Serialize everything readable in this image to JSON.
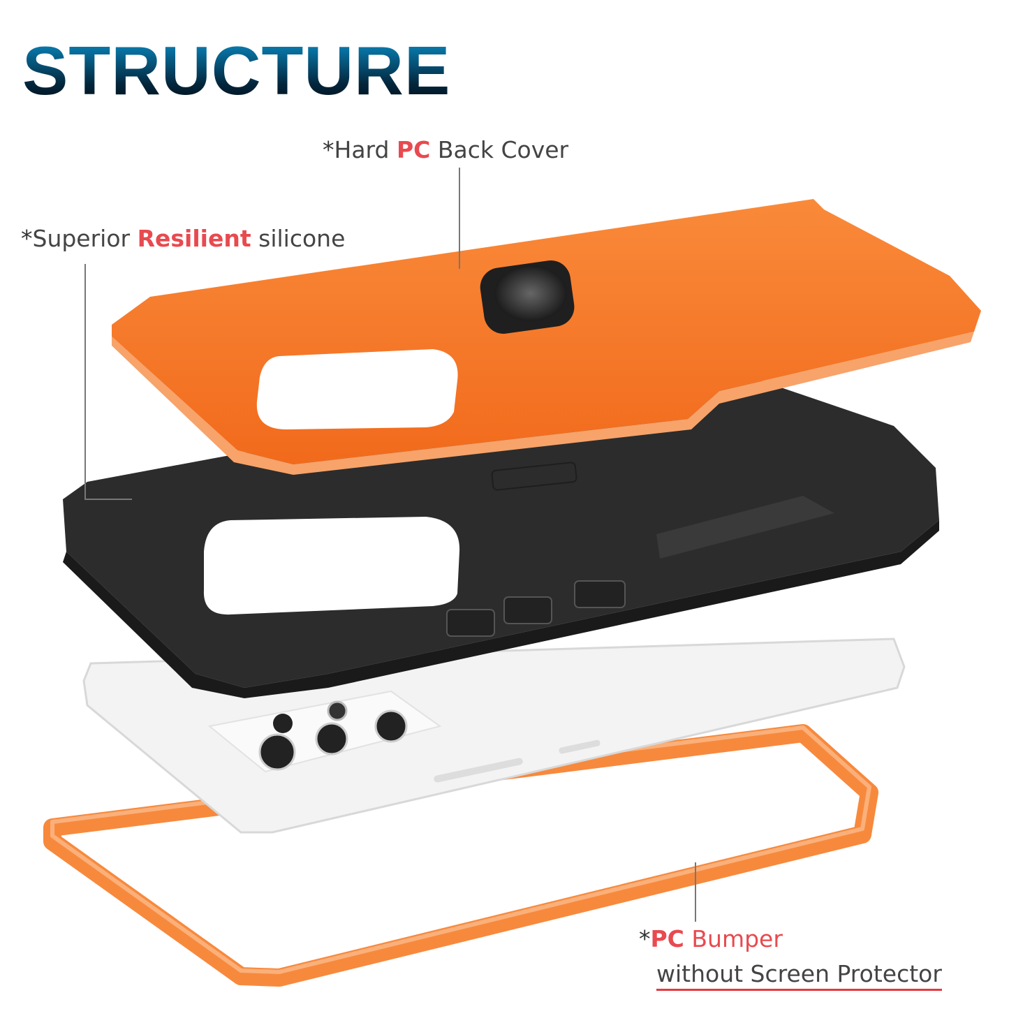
{
  "title": "STRUCTURE",
  "labels": {
    "back_cover": {
      "star": "*",
      "pre": "Hard ",
      "em": "PC",
      "post": " Back Cover"
    },
    "silicone": {
      "star": "*",
      "pre": "Superior ",
      "em": "Resilient",
      "post": " silicone"
    },
    "bumper": {
      "star": "*",
      "em": "PC",
      "post": " Bumper",
      "line2": "without Screen Protector"
    }
  },
  "colors": {
    "accent": "#e84a4f",
    "orange": "#f47a2a",
    "black_case": "#2b2b2b",
    "title_top": "#0a8fc8",
    "title_bottom": "#03263c"
  }
}
